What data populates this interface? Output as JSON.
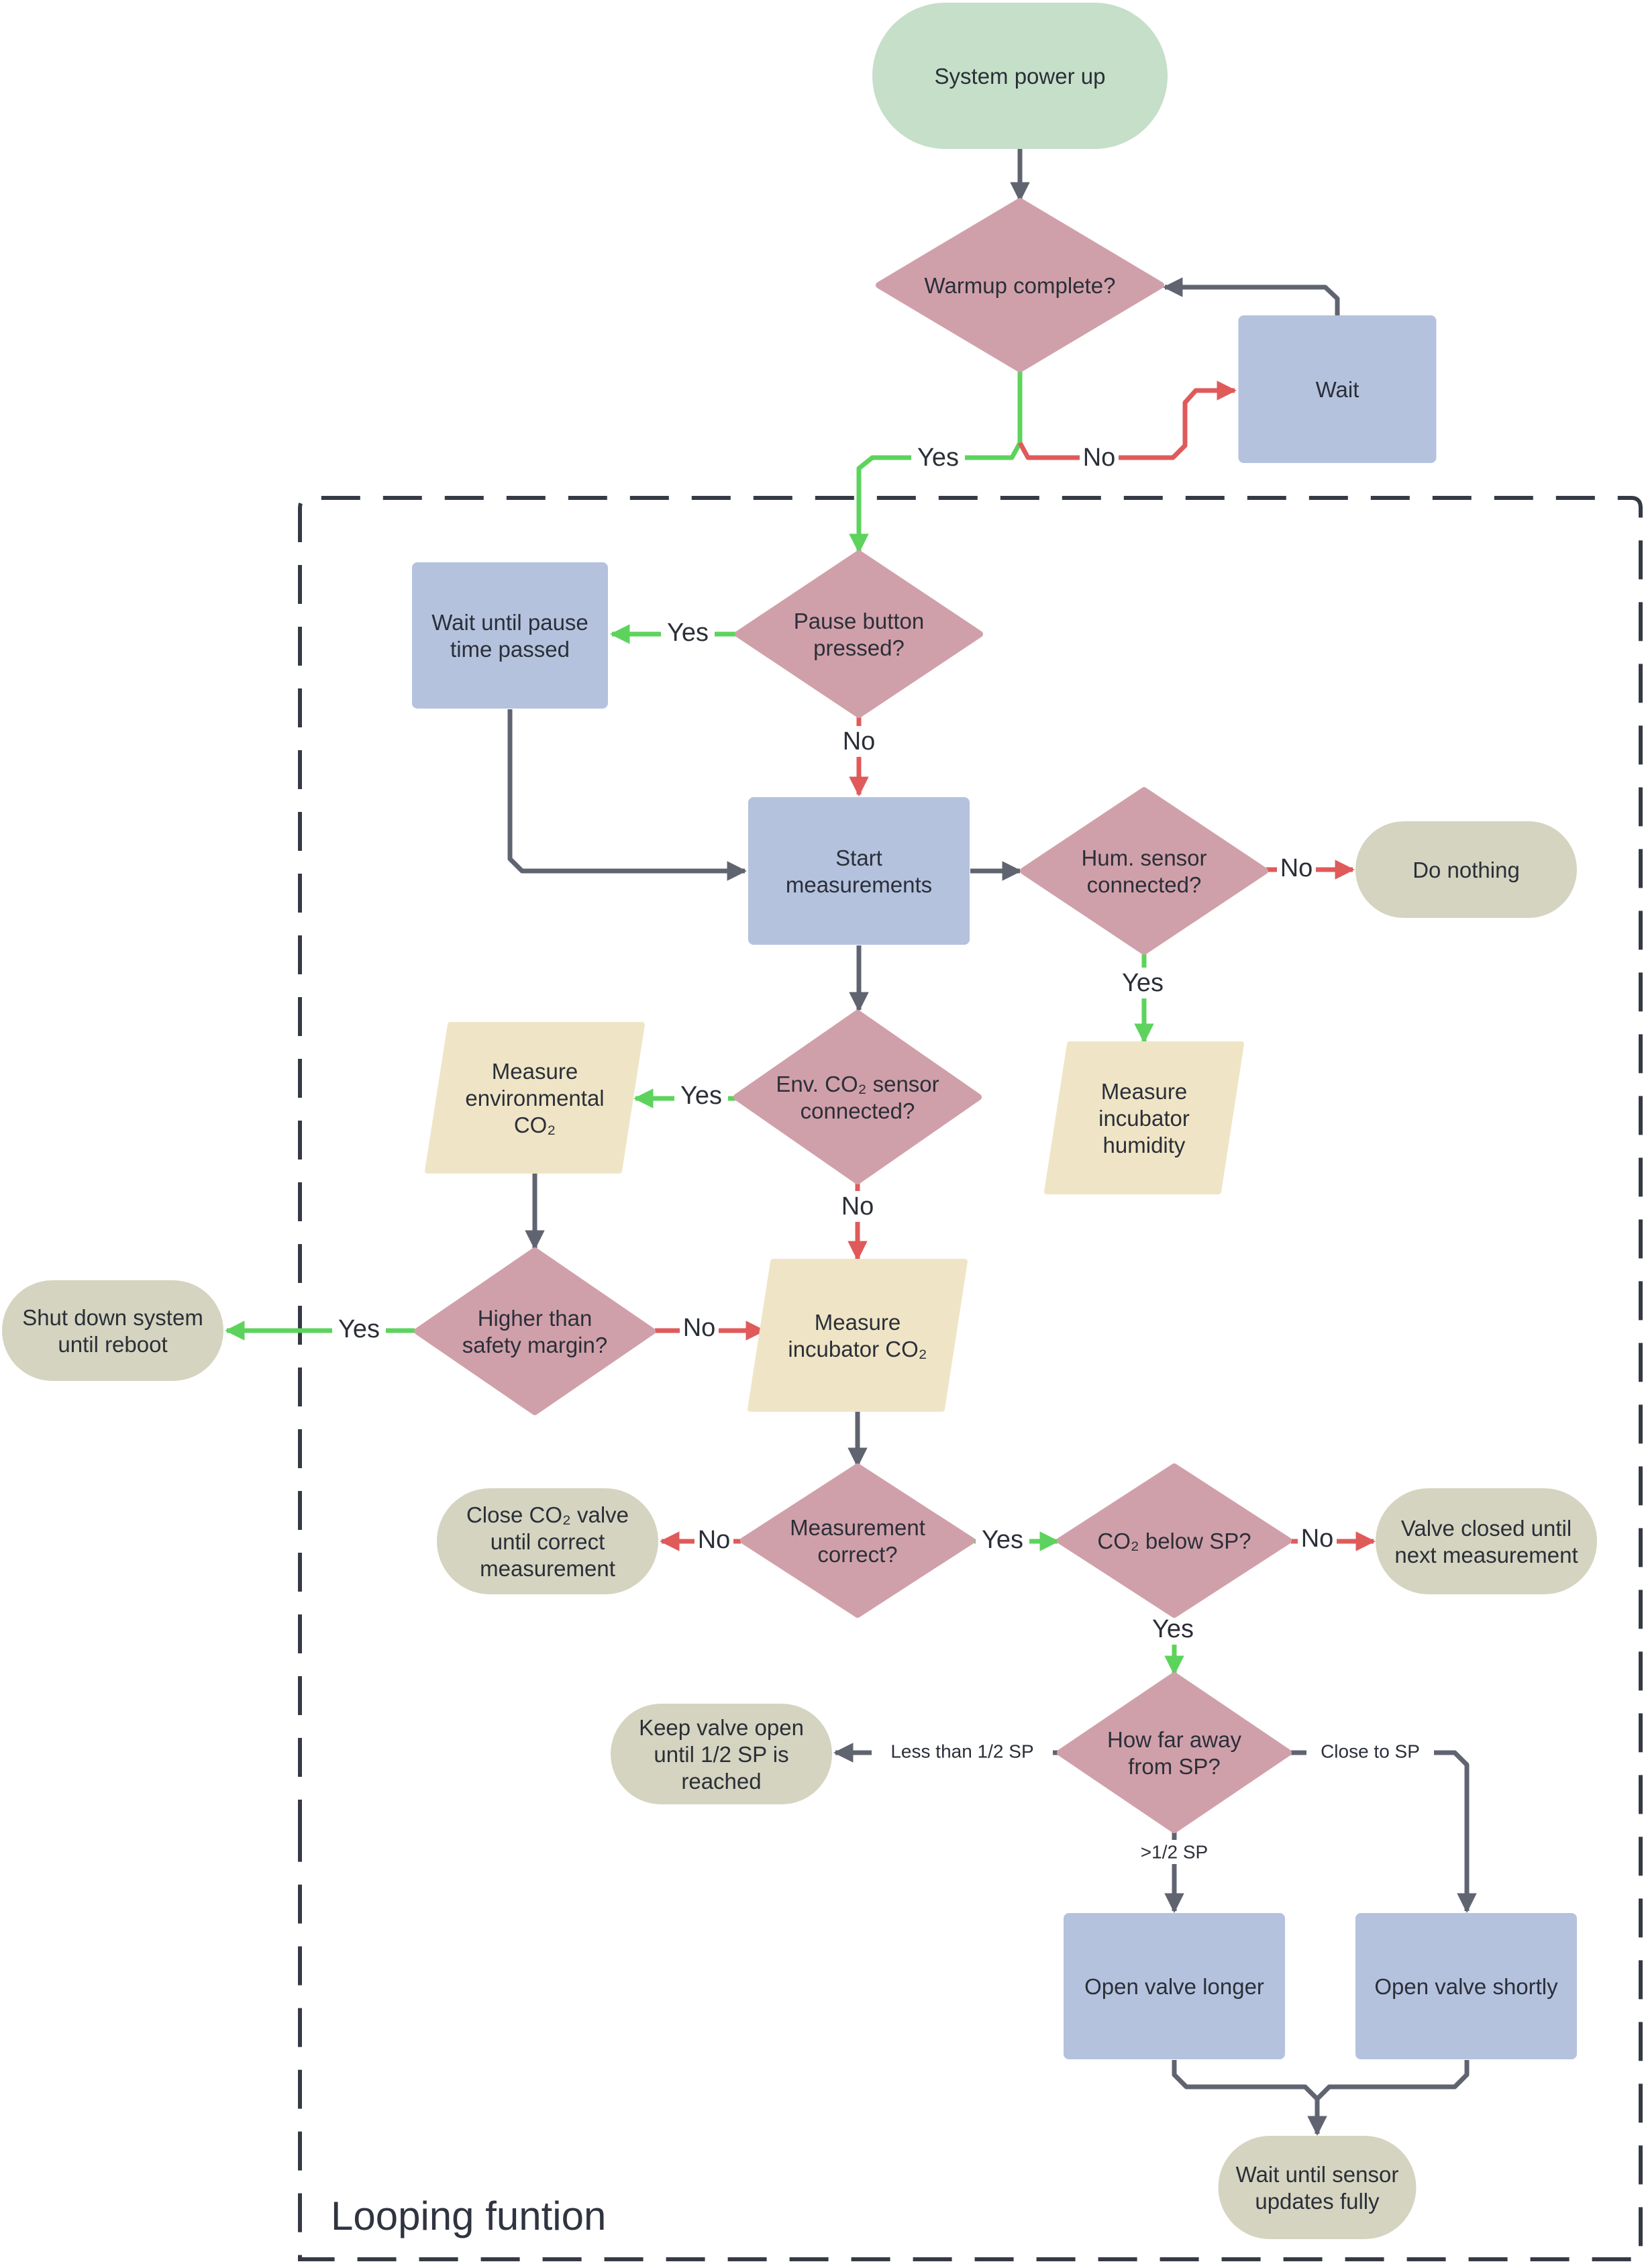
{
  "colors": {
    "terminal_start": "#c5dfc9",
    "decision": "#d0a0aa",
    "process": "#b4c2de",
    "io": "#efe5c6",
    "terminal_end": "#d4d4c0",
    "edge_default": "#5f6470",
    "edge_yes": "#5dd35d",
    "edge_no": "#e05a5a",
    "frame": "#353a44"
  },
  "frame": {
    "label": "Looping funtion"
  },
  "nodes": [
    {
      "id": "power_up",
      "shape": "terminal_start",
      "lines": [
        "System power up"
      ]
    },
    {
      "id": "warmup",
      "shape": "decision",
      "lines": [
        "Warmup complete?"
      ]
    },
    {
      "id": "wait",
      "shape": "process",
      "lines": [
        "Wait"
      ]
    },
    {
      "id": "pause",
      "shape": "decision",
      "lines": [
        "Pause button",
        "pressed?"
      ]
    },
    {
      "id": "wait_pause",
      "shape": "process",
      "lines": [
        "Wait until pause",
        "time passed"
      ]
    },
    {
      "id": "start_meas",
      "shape": "process",
      "lines": [
        "Start",
        "measurements"
      ]
    },
    {
      "id": "hum_conn",
      "shape": "decision",
      "lines": [
        "Hum. sensor",
        "connected?"
      ]
    },
    {
      "id": "do_nothing",
      "shape": "terminal_end",
      "lines": [
        "Do nothing"
      ]
    },
    {
      "id": "meas_hum",
      "shape": "io",
      "lines": [
        "Measure",
        "incubator",
        "humidity"
      ]
    },
    {
      "id": "env_conn",
      "shape": "decision",
      "lines": [
        "Env. CO₂ sensor",
        "connected?"
      ]
    },
    {
      "id": "meas_env",
      "shape": "io",
      "lines": [
        "Measure",
        "environmental",
        "CO₂"
      ]
    },
    {
      "id": "safety",
      "shape": "decision",
      "lines": [
        "Higher than",
        "safety margin?"
      ]
    },
    {
      "id": "shutdown",
      "shape": "terminal_end",
      "lines": [
        "Shut down system",
        "until reboot"
      ]
    },
    {
      "id": "meas_inc",
      "shape": "io",
      "lines": [
        "Measure",
        "incubator CO₂"
      ]
    },
    {
      "id": "meas_ok",
      "shape": "decision",
      "lines": [
        "Measurement",
        "correct?"
      ]
    },
    {
      "id": "close_valve",
      "shape": "terminal_end",
      "lines": [
        "Close CO₂ valve",
        "until correct",
        "measurement"
      ]
    },
    {
      "id": "below_sp",
      "shape": "decision",
      "lines": [
        "CO₂ below SP?"
      ]
    },
    {
      "id": "valve_closed",
      "shape": "terminal_end",
      "lines": [
        "Valve closed until",
        "next measurement"
      ]
    },
    {
      "id": "how_far",
      "shape": "decision",
      "lines": [
        "How far away",
        "from SP?"
      ]
    },
    {
      "id": "keep_open",
      "shape": "terminal_end",
      "lines": [
        "Keep valve open",
        "until 1/2 SP is",
        "reached"
      ]
    },
    {
      "id": "open_longer",
      "shape": "process",
      "lines": [
        "Open valve longer"
      ]
    },
    {
      "id": "open_short",
      "shape": "process",
      "lines": [
        "Open valve shortly"
      ]
    },
    {
      "id": "wait_sensor",
      "shape": "terminal_end",
      "lines": [
        "Wait until sensor",
        "updates fully"
      ]
    }
  ],
  "edges": [
    {
      "from": "power_up",
      "to": "warmup",
      "kind": "default",
      "label": ""
    },
    {
      "from": "warmup",
      "to": "pause",
      "kind": "yes",
      "label": "Yes"
    },
    {
      "from": "warmup",
      "to": "wait",
      "kind": "no",
      "label": "No"
    },
    {
      "from": "wait",
      "to": "warmup",
      "kind": "default",
      "label": ""
    },
    {
      "from": "pause",
      "to": "wait_pause",
      "kind": "yes",
      "label": "Yes"
    },
    {
      "from": "pause",
      "to": "start_meas",
      "kind": "no",
      "label": "No"
    },
    {
      "from": "wait_pause",
      "to": "start_meas",
      "kind": "default",
      "label": ""
    },
    {
      "from": "start_meas",
      "to": "hum_conn",
      "kind": "default",
      "label": ""
    },
    {
      "from": "hum_conn",
      "to": "do_nothing",
      "kind": "no",
      "label": "No"
    },
    {
      "from": "hum_conn",
      "to": "meas_hum",
      "kind": "yes",
      "label": "Yes"
    },
    {
      "from": "start_meas",
      "to": "env_conn",
      "kind": "default",
      "label": ""
    },
    {
      "from": "env_conn",
      "to": "meas_env",
      "kind": "yes",
      "label": "Yes"
    },
    {
      "from": "env_conn",
      "to": "meas_inc",
      "kind": "no",
      "label": "No"
    },
    {
      "from": "meas_env",
      "to": "safety",
      "kind": "default",
      "label": ""
    },
    {
      "from": "safety",
      "to": "shutdown",
      "kind": "yes",
      "label": "Yes"
    },
    {
      "from": "safety",
      "to": "meas_inc",
      "kind": "no",
      "label": "No"
    },
    {
      "from": "meas_inc",
      "to": "meas_ok",
      "kind": "default",
      "label": ""
    },
    {
      "from": "meas_ok",
      "to": "close_valve",
      "kind": "no",
      "label": "No"
    },
    {
      "from": "meas_ok",
      "to": "below_sp",
      "kind": "yes",
      "label": "Yes"
    },
    {
      "from": "below_sp",
      "to": "valve_closed",
      "kind": "no",
      "label": "No"
    },
    {
      "from": "below_sp",
      "to": "how_far",
      "kind": "yes",
      "label": "Yes"
    },
    {
      "from": "how_far",
      "to": "keep_open",
      "kind": "default",
      "label": "Less than 1/2 SP"
    },
    {
      "from": "how_far",
      "to": "open_longer",
      "kind": "default",
      "label": ">1/2 SP"
    },
    {
      "from": "how_far",
      "to": "open_short",
      "kind": "default",
      "label": "Close to SP"
    },
    {
      "from": "open_longer",
      "to": "wait_sensor",
      "kind": "default",
      "label": ""
    },
    {
      "from": "open_short",
      "to": "wait_sensor",
      "kind": "default",
      "label": ""
    }
  ]
}
